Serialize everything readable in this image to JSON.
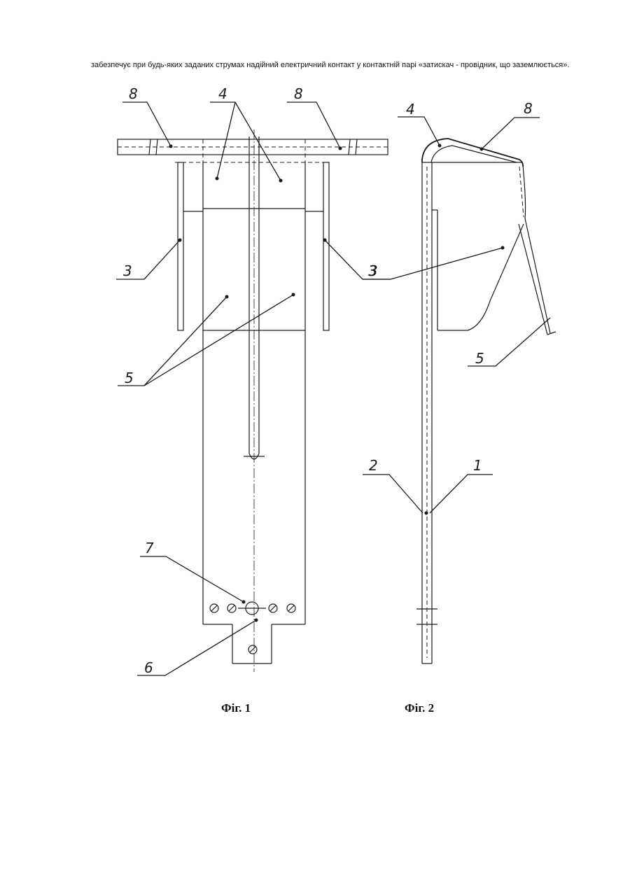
{
  "text": {
    "paragraph": "забезпечує при будь-яких заданих струмах надійний електричний контакт у контактній парі «затискач - провідник, що заземлюється»."
  },
  "figures": {
    "fig1": {
      "caption": "Фіг. 1",
      "labels": {
        "l8a": "8",
        "l4": "4",
        "l8b": "8",
        "l3a": "3",
        "l3b": "3",
        "l5": "5",
        "l7": "7",
        "l6": "6"
      }
    },
    "fig2": {
      "caption": "Фіг. 2",
      "labels": {
        "l4": "4",
        "l8": "8",
        "l3": "3",
        "l5": "5",
        "l2": "2",
        "l1": "1"
      }
    }
  }
}
